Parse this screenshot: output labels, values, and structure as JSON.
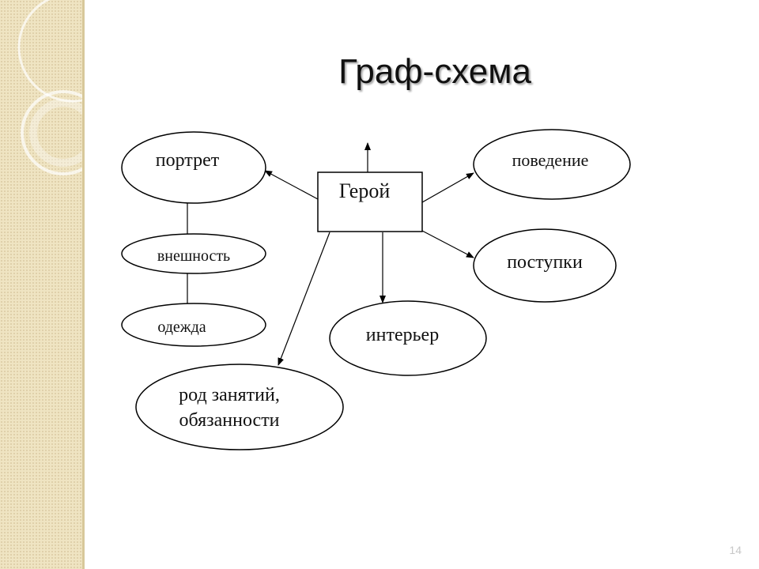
{
  "title": "Граф-схема",
  "slide_number": "14",
  "nodes": {
    "hero": "Герой",
    "portrait": "портрет",
    "appearance": "внешность",
    "clothing": "одежда",
    "occupation_line1": "род занятий,",
    "occupation_line2": "обязанности",
    "behavior": "поведение",
    "actions": "поступки",
    "interior": "интерьер"
  },
  "colors": {
    "sidebar": "#efe4c2",
    "stroke": "#000000",
    "slide_number": "#c8c8c8"
  }
}
